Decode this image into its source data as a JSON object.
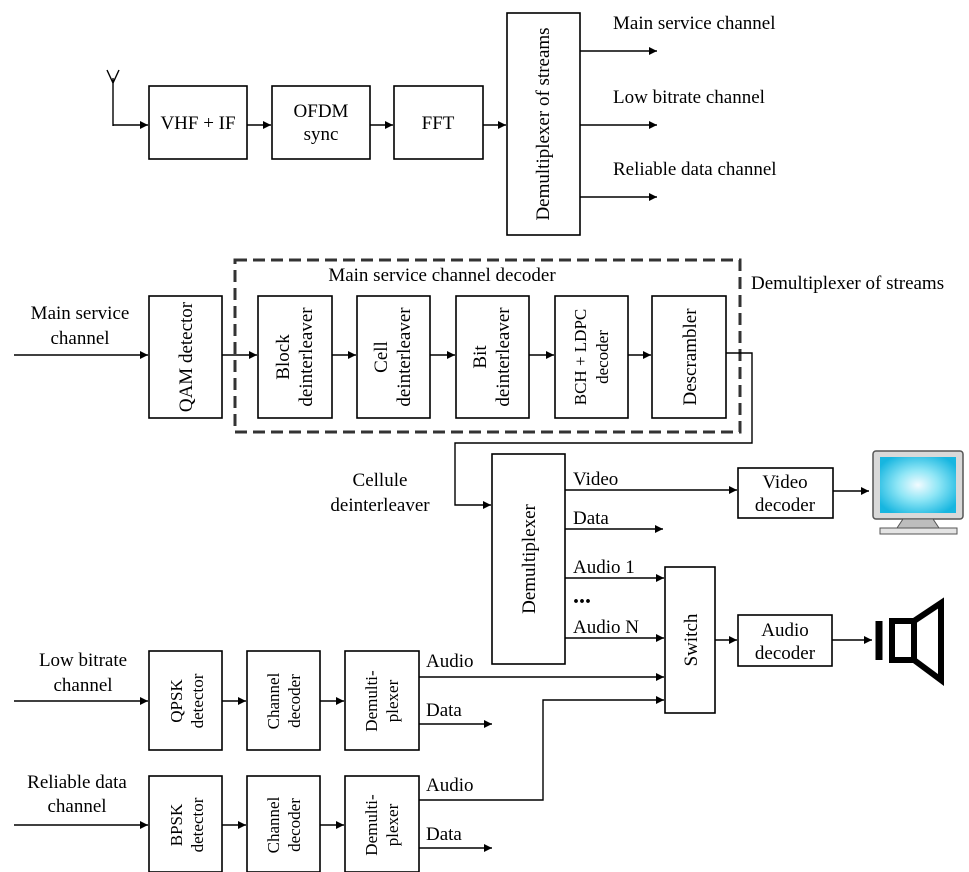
{
  "top_chain": {
    "vhf_if": "VHF + IF",
    "ofdm_line1": "OFDM",
    "ofdm_line2": "sync",
    "fft": "FFT",
    "demux": "Demultiplexer of streams",
    "out_main": "Main service channel",
    "out_low": "Low bitrate channel",
    "out_reliable": "Reliable data channel"
  },
  "main_decoder": {
    "input_line1": "Main service",
    "input_line2": "channel",
    "qam": "QAM detector",
    "group_title": "Main service channel decoder",
    "group_side_label": "Demultiplexer of streams",
    "block_line1": "Block",
    "block_line2": "deinterleaver",
    "cell_line1": "Cell",
    "cell_line2": "deinterleaver",
    "bit_line1": "Bit",
    "bit_line2": "deinterleaver",
    "bch_line1": "BCH + LDPC",
    "bch_line2": "decoder",
    "descrambler": "Descrambler"
  },
  "demux_stage": {
    "cellule_line1": "Cellule",
    "cellule_line2": "deinterleaver",
    "demux": "Demultiplexer",
    "out_video": "Video",
    "out_data": "Data",
    "out_audio1": "Audio 1",
    "ellipsis": "...",
    "out_audioN": "Audio N",
    "video_dec_line1": "Video",
    "video_dec_line2": "decoder",
    "switch": "Switch",
    "audio_dec_line1": "Audio",
    "audio_dec_line2": "decoder"
  },
  "low_bitrate": {
    "input_line1": "Low bitrate",
    "input_line2": "channel",
    "qpsk_line1": "QPSK",
    "qpsk_line2": "detector",
    "chdec_line1": "Channel",
    "chdec_line2": "decoder",
    "demux_line1": "Demulti-",
    "demux_line2": "plexer",
    "out_audio": "Audio",
    "out_data": "Data"
  },
  "reliable": {
    "input_line1": "Reliable data",
    "input_line2": "channel",
    "bpsk_line1": "BPSK",
    "bpsk_line2": "detector",
    "chdec_line1": "Channel",
    "chdec_line2": "decoder",
    "demux_line1": "Demulti-",
    "demux_line2": "plexer",
    "out_audio": "Audio",
    "out_data": "Data"
  },
  "icons": [
    "antenna-icon",
    "monitor-icon",
    "speaker-icon"
  ]
}
